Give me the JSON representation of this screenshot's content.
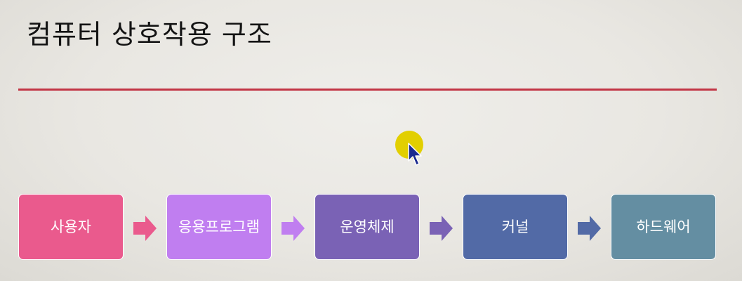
{
  "slide": {
    "title": "컴퓨터 상호작용 구조"
  },
  "colors": {
    "title_rule": "#c23545",
    "pointer_highlight": "#e2cf00",
    "cursor": "#1b2a8f",
    "user": "#ea5a8d",
    "application": "#c07ef0",
    "operating_system": "#7a62b5",
    "kernel": "#526aa6",
    "hardware": "#648ea2"
  },
  "flow": {
    "boxes": [
      {
        "label": "사용자",
        "color": "#ea5a8d"
      },
      {
        "label": "응용프로그램",
        "color": "#c07ef0"
      },
      {
        "label": "운영체제",
        "color": "#7a62b5"
      },
      {
        "label": "커널",
        "color": "#526aa6"
      },
      {
        "label": "하드웨어",
        "color": "#648ea2"
      }
    ],
    "arrows": [
      {
        "icon": "right-arrow-icon",
        "color": "#ea5a8d"
      },
      {
        "icon": "right-arrow-icon",
        "color": "#c07ef0"
      },
      {
        "icon": "right-arrow-icon",
        "color": "#7a62b5"
      },
      {
        "icon": "right-arrow-icon",
        "color": "#526aa6"
      }
    ]
  },
  "icons": {
    "cursor": "mouse-pointer-icon",
    "highlight": "pointer-highlight-circle"
  }
}
